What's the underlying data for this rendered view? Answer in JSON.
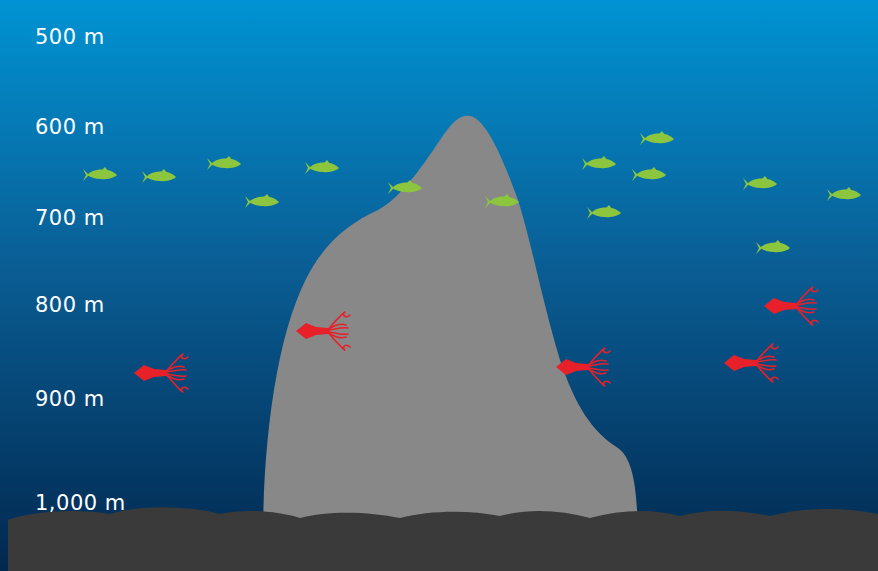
{
  "diagram": {
    "labels": [
      "500 m",
      "600 m",
      "700 m",
      "800 m",
      "900 m",
      "1,000 m"
    ]
  }
}
